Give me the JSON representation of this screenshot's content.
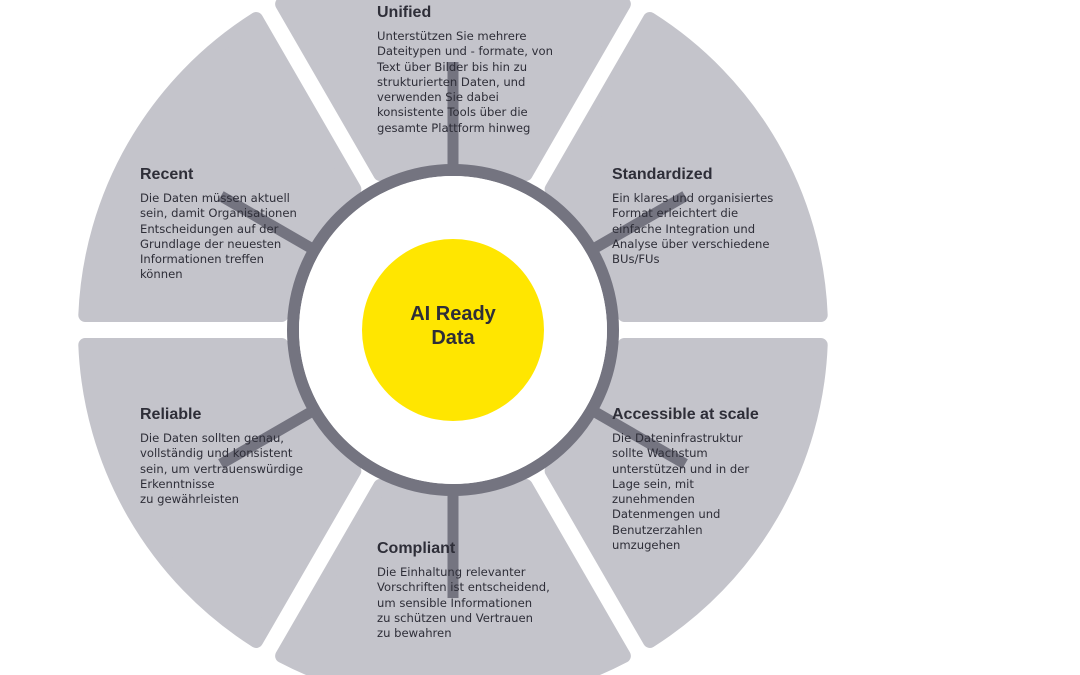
{
  "center": {
    "title": "AI Ready\nData"
  },
  "colors": {
    "segment": "#c4c4cb",
    "ring": "#747480",
    "hub": "#ffe600",
    "text": "#2e2e38"
  },
  "segments": [
    {
      "id": "unified",
      "title": "Unified",
      "text": "Unterstützen Sie mehrere\nDateitypen und - formate, von\nText über Bilder bis hin zu\nstrukturierten Daten, und\nverwenden Sie dabei\nkonsistente Tools über die\ngesamte Plattform hinweg"
    },
    {
      "id": "standardized",
      "title": "Standardized",
      "text": "Ein klares und organisiertes\nFormat erleichtert die\neinfache Integration und\nAnalyse über verschiedene\nBUs/FUs"
    },
    {
      "id": "accessible",
      "title": "Accessible at scale",
      "text": "Die Dateninfrastruktur\nsollte Wachstum\nunterstützen und in der\nLage sein, mit\nzunehmenden\nDatenmengen und\nBenutzerzahlen\numzugehen"
    },
    {
      "id": "compliant",
      "title": "Compliant",
      "text": "Die Einhaltung relevanter\nVorschriften ist entscheidend,\num sensible Informationen\nzu schützen und Vertrauen\nzu bewahren"
    },
    {
      "id": "reliable",
      "title": "Reliable",
      "text": "Die Daten sollten genau,\nvollständig und konsistent\nsein, um vertrauenswürdige\nErkenntnisse\nzu gewährleisten"
    },
    {
      "id": "recent",
      "title": "Recent",
      "text": "Die Daten müssen aktuell\nsein, damit Organisationen\nEntscheidungen auf der\nGrundlage der neuesten\nInformationen treffen\nkönnen"
    }
  ]
}
